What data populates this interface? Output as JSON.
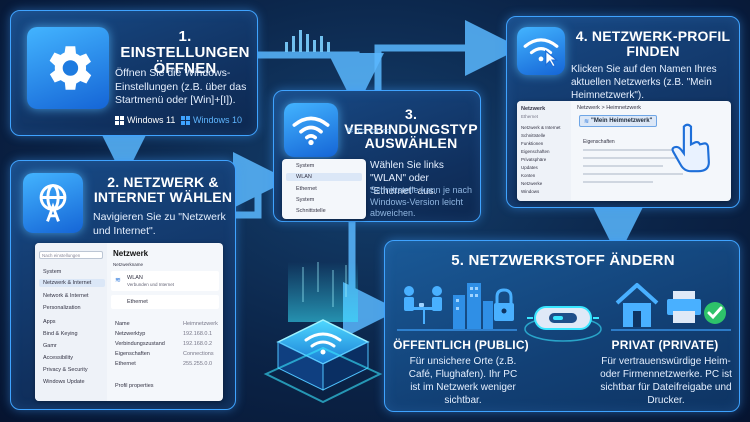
{
  "step1": {
    "title": "1. Einstellungen öffnen",
    "desc": "Öffnen Sie die Windows-Einstellungen (z.B. über das Startmenü oder [Win]+[I]).",
    "badges": [
      "Windows 11",
      "Windows 10"
    ],
    "icon": "gear-icon"
  },
  "step2": {
    "title": "2. Netzwerk & Internet wählen",
    "desc": "Navigieren Sie zu \"Netzwerk und Internet\".",
    "icon": "globe-antenna-icon",
    "window": {
      "search_placeholder": "Nach einstellungen",
      "heading": "Netzwerk",
      "subheading": "Netzwerkname",
      "wlan_label": "WLAN",
      "wlan_sub": "Verbunden und Internet",
      "ethernet_label": "Ethernet",
      "sidebar": [
        "System",
        "Netzwerk & Internet",
        "Network & Internet",
        "Personalization",
        "Apps",
        "Bind & Keying",
        "Gamr",
        "Accessibility",
        "Privacy & Security",
        "Windows Update"
      ],
      "details": [
        {
          "k": "Name",
          "v": "Heimnetzwerk"
        },
        {
          "k": "Netzwerktyp",
          "v": "192.168.0.1"
        },
        {
          "k": "Verbindungszustand",
          "v": "192.168.0.2"
        },
        {
          "k": "Eigenschaften",
          "v": "Connections"
        },
        {
          "k": "Ethernet",
          "v": "255.255.0.0"
        }
      ],
      "footer": "Profil properties"
    }
  },
  "step3": {
    "title": "3. Verbindungstyp auswählen",
    "desc": "Wählen Sie links \"WLAN\" oder \"Ethernet\" aus.",
    "note": "Schnittstelle kann je nach Windows-Version leicht abweichen.",
    "icon": "wifi-icon",
    "menu": [
      "System",
      "WLAN",
      "Ethernet",
      "System",
      "Schnittstelle"
    ]
  },
  "step4": {
    "title": "4. Netzwerk-Profil finden",
    "desc": "Klicken Sie auf den Namen Ihres aktuellen Netzwerks (z.B. \"Mein Heimnetzwerk\").",
    "icon": "wifi-cursor-icon",
    "window": {
      "breadcrumb": "Netzwerk  >  Heimnetzwerk",
      "network_name": "\"Mein Heimnetzwerk\"",
      "sidebar": [
        "Netzwerk",
        "Ethernet",
        "Netzwerk & Internet",
        "Schnittstelle",
        "Funktionen",
        "Eigenschaften",
        "Privatsphäre",
        "Updates",
        "Konten",
        "Netzwerke",
        "Windows"
      ],
      "panel_title": "Eigenschaften"
    }
  },
  "step5": {
    "title": "5. Netzwerkstoff ändern",
    "public": {
      "title": "Öffentlich (Public)",
      "desc": "Für unsichere Orte (z.B. Café, Flughafen). Ihr PC ist im Netzwerk weniger sichtbar."
    },
    "private": {
      "title": "Privat (Private)",
      "desc": "Für vertrauenswürdige Heim- oder Firmennetzwerke. PC ist sichtbar für Dateifreigabe und Drucker."
    }
  },
  "colors": {
    "accent": "#3fa3ff",
    "glow": "#39e6ff",
    "card": "#123a6d",
    "background": "#0b2448",
    "check": "#2ec26a"
  }
}
